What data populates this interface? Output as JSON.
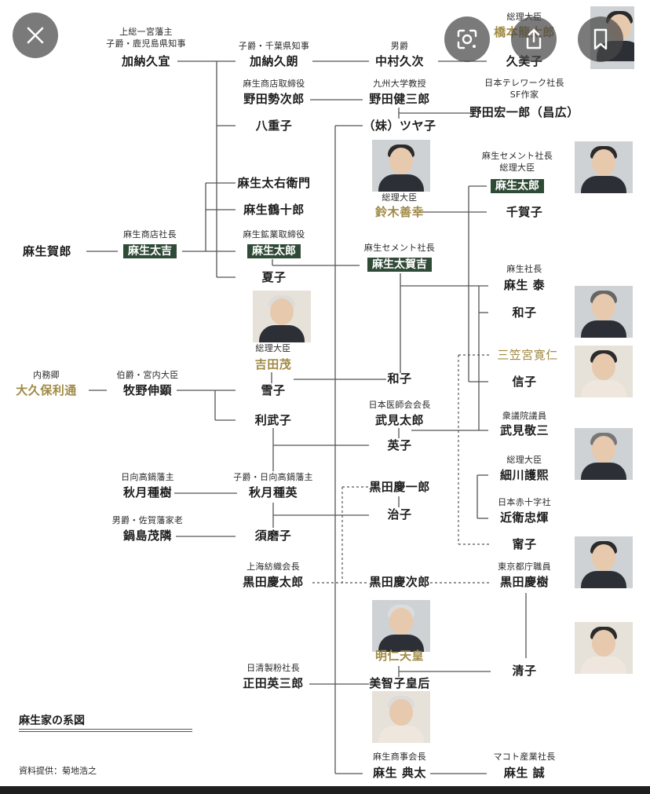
{
  "diagram": {
    "title": "麻生家の系図",
    "credit": "資料提供：菊地浩之",
    "people": [
      {
        "id": "kano_hisayoshi",
        "name": "加納久宜",
        "role": "上総一宮藩主\n子爵・鹿児島県知事"
      },
      {
        "id": "kano_hisaakira",
        "name": "加納久朗",
        "role": "子爵・千葉県知事"
      },
      {
        "id": "nakamura",
        "name": "中村久次",
        "role": "男爵"
      },
      {
        "id": "hisako",
        "name": "久美子",
        "role": ""
      },
      {
        "id": "noda_seijiro",
        "name": "野田勢次郎",
        "role": "麻生商店取締役"
      },
      {
        "id": "noda_kenzaburo",
        "name": "野田健三郎",
        "role": "九州大学教授"
      },
      {
        "id": "noda_koichiro",
        "name": "野田宏一郎（昌広）",
        "role": "日本テレワーク社長\nSF作家"
      },
      {
        "id": "yaeko",
        "name": "八重子",
        "role": ""
      },
      {
        "id": "tsuyako",
        "name": "（妹）ツヤ子",
        "role": ""
      },
      {
        "id": "aso_taemon",
        "name": "麻生太右衛門",
        "role": ""
      },
      {
        "id": "aso_tsurujuro",
        "name": "麻生鶴十郎",
        "role": ""
      },
      {
        "id": "suzuki",
        "name": "鈴木善幸",
        "role": "総理大臣"
      },
      {
        "id": "aso_taro_pm",
        "name": "麻生太郎",
        "role": "麻生セメント社長\n総理大臣"
      },
      {
        "id": "chikako",
        "name": "千賀子",
        "role": ""
      },
      {
        "id": "aso_kajiro",
        "name": "麻生賀郎",
        "role": ""
      },
      {
        "id": "aso_takichi",
        "name": "麻生太吉",
        "role": "麻生商店社長"
      },
      {
        "id": "aso_taro",
        "name": "麻生太郎",
        "role": "麻生鉱業取締役"
      },
      {
        "id": "aso_takakichi",
        "name": "麻生太賀吉",
        "role": "麻生セメント社長"
      },
      {
        "id": "natsuko",
        "name": "夏子",
        "role": ""
      },
      {
        "id": "aso_yutaka",
        "name": "麻生 泰",
        "role": "麻生社長"
      },
      {
        "id": "kazuko1",
        "name": "和子",
        "role": ""
      },
      {
        "id": "yoshida",
        "name": "吉田茂",
        "role": "総理大臣"
      },
      {
        "id": "mikasa",
        "name": "三笠宮寛仁",
        "role": ""
      },
      {
        "id": "okubo",
        "name": "大久保利通",
        "role": "内務卿"
      },
      {
        "id": "makino",
        "name": "牧野伸顕",
        "role": "伯爵・宮内大臣"
      },
      {
        "id": "yukiko",
        "name": "雪子",
        "role": ""
      },
      {
        "id": "kazuko2",
        "name": "和子",
        "role": ""
      },
      {
        "id": "nobuko",
        "name": "信子",
        "role": ""
      },
      {
        "id": "rimuko",
        "name": "利武子",
        "role": ""
      },
      {
        "id": "takemi_taro",
        "name": "武見太郎",
        "role": "日本医師会会長"
      },
      {
        "id": "takemi_keizo",
        "name": "武見敬三",
        "role": "衆議院議員"
      },
      {
        "id": "hideko",
        "name": "英子",
        "role": ""
      },
      {
        "id": "hosokawa",
        "name": "細川護煕",
        "role": "総理大臣"
      },
      {
        "id": "akizuki_tanemori",
        "name": "秋月種樹",
        "role": "日向高鍋藩主"
      },
      {
        "id": "akizuki_taneei",
        "name": "秋月種英",
        "role": "子爵・日向高鍋藩主"
      },
      {
        "id": "kuroda_keiichiro",
        "name": "黒田慶一郎",
        "role": ""
      },
      {
        "id": "konoe",
        "name": "近衛忠煇",
        "role": "日本赤十字社"
      },
      {
        "id": "haruko",
        "name": "治子",
        "role": ""
      },
      {
        "id": "nabeshima",
        "name": "鍋島茂隣",
        "role": "男爵・佐賀藩家老"
      },
      {
        "id": "sumako",
        "name": "須磨子",
        "role": ""
      },
      {
        "id": "yasuko",
        "name": "甯子",
        "role": ""
      },
      {
        "id": "kuroda_keitaro",
        "name": "黒田慶太郎",
        "role": "上海紡織会長"
      },
      {
        "id": "kuroda_keijiro",
        "name": "黒田慶次郎",
        "role": ""
      },
      {
        "id": "kuroda_yoshiki",
        "name": "黒田慶樹",
        "role": "東京都庁職員"
      },
      {
        "id": "akihito",
        "name": "明仁天皇",
        "role": ""
      },
      {
        "id": "sayako",
        "name": "清子",
        "role": ""
      },
      {
        "id": "shoda",
        "name": "正田英三郎",
        "role": "日清製粉社長"
      },
      {
        "id": "michiko",
        "name": "美智子皇后",
        "role": ""
      },
      {
        "id": "aso_norita",
        "name": "麻生 典太",
        "role": "麻生商事会長"
      },
      {
        "id": "aso_makoto",
        "name": "麻生 誠",
        "role": "マコト産業社長"
      }
    ],
    "partial_top": {
      "role": "総理大臣",
      "name": "橋本龍太郎"
    }
  },
  "ui": {
    "close_icon": "close-icon",
    "lens_icon": "lens-icon",
    "share_icon": "share-icon",
    "bookmark_icon": "bookmark-icon"
  }
}
